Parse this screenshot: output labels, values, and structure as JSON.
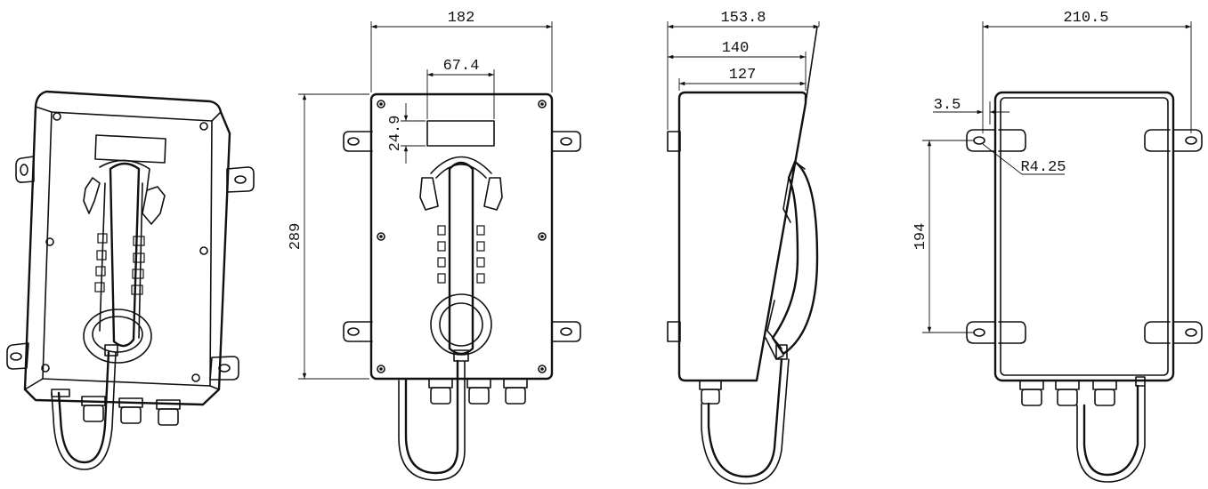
{
  "dimensions": {
    "front_width": "182",
    "display_width": "67.4",
    "display_height": "24.9",
    "front_height": "289",
    "side_depth_total": "153.8",
    "side_depth_mid": "140",
    "side_depth_body": "127",
    "rear_width": "210.5",
    "bracket_offset": "3.5",
    "hole_radius": "R4.25",
    "hole_spacing": "194"
  }
}
